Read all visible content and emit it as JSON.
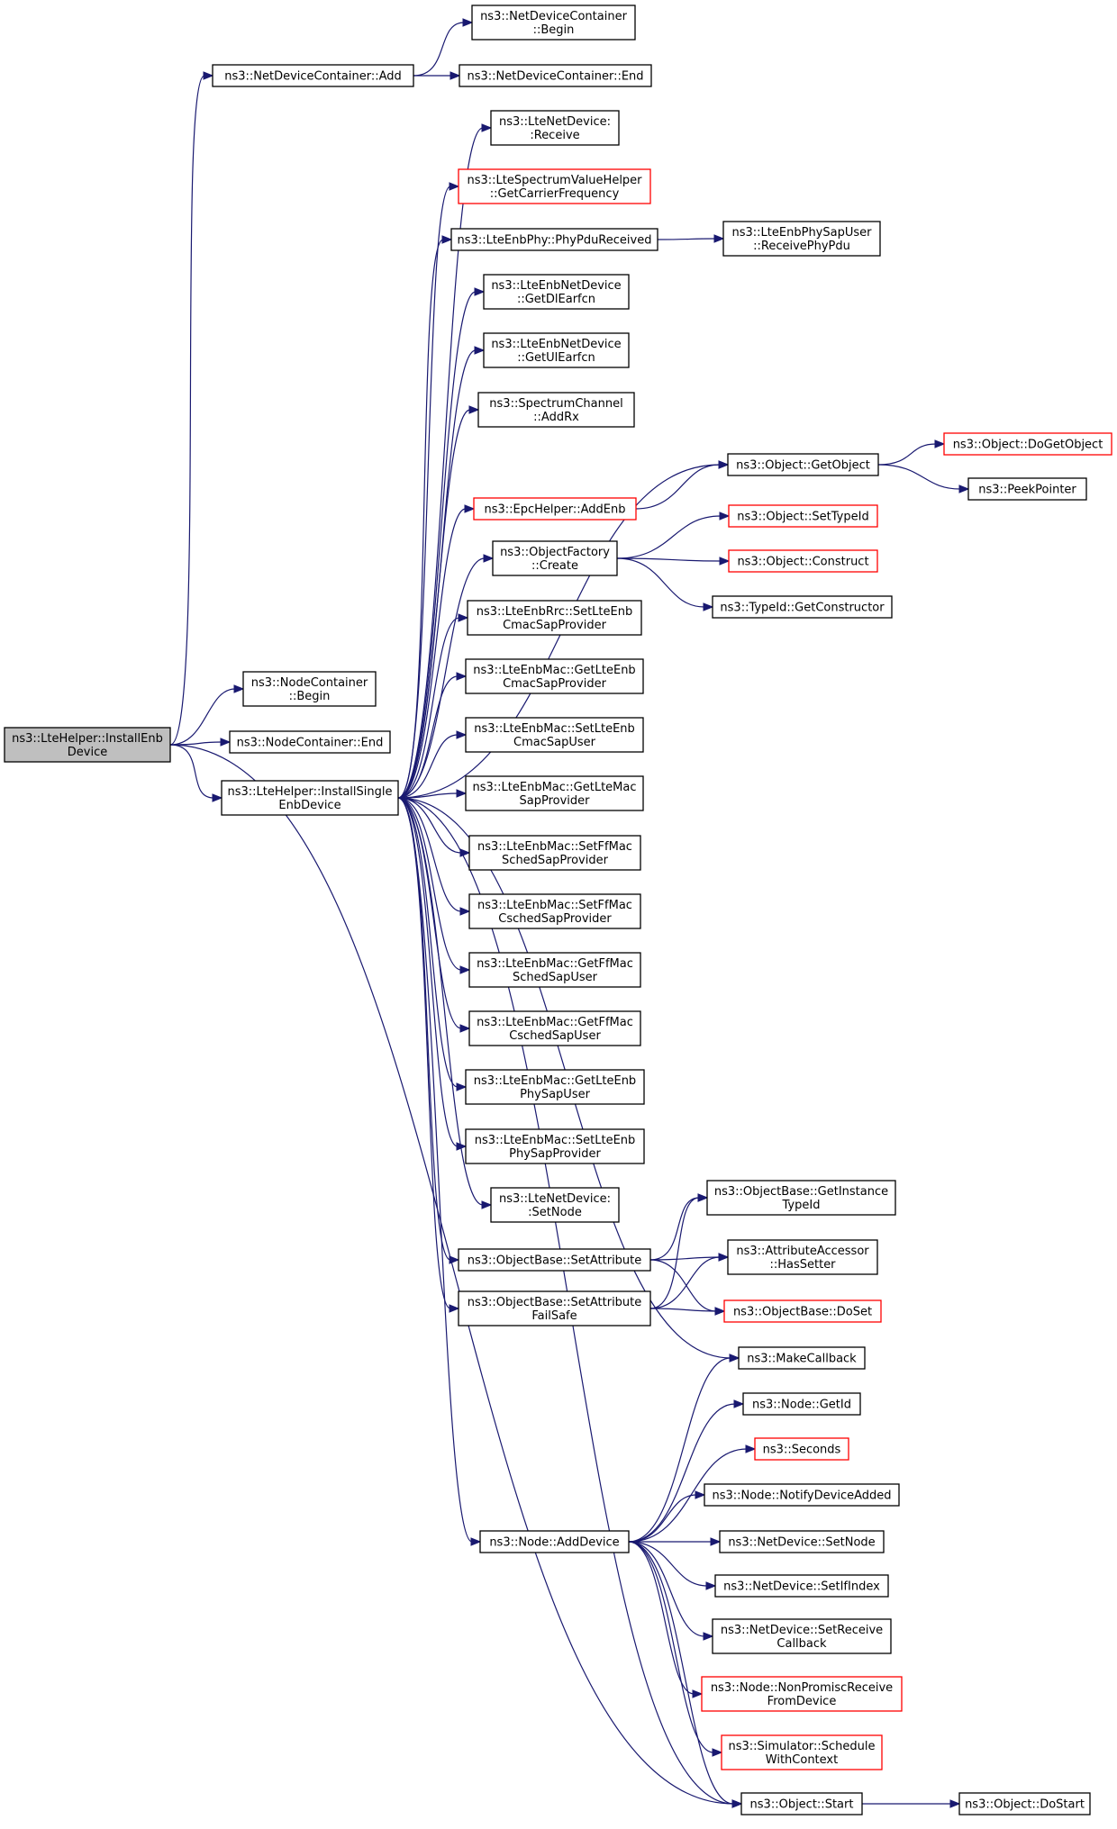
{
  "colors": {
    "edge": "#191970",
    "normal_border": "#000000",
    "truncated_border": "#ff0000",
    "root_fill": "#bfbfbf",
    "node_fill": "#ffffff"
  },
  "nodes": [
    {
      "id": "root",
      "lines": [
        "ns3::LteHelper::InstallEnb",
        "Device"
      ],
      "kind": "root"
    },
    {
      "id": "ndc_add",
      "lines": [
        "ns3::NetDeviceContainer::Add"
      ],
      "kind": "normal"
    },
    {
      "id": "ndc_begin",
      "lines": [
        "ns3::NetDeviceContainer",
        "::Begin"
      ],
      "kind": "normal"
    },
    {
      "id": "ndc_end",
      "lines": [
        "ns3::NetDeviceContainer::End"
      ],
      "kind": "normal"
    },
    {
      "id": "lnd_receive",
      "lines": [
        "ns3::LteNetDevice:",
        ":Receive"
      ],
      "kind": "normal"
    },
    {
      "id": "lsvh",
      "lines": [
        "ns3::LteSpectrumValueHelper",
        "::GetCarrierFrequency"
      ],
      "kind": "truncated"
    },
    {
      "id": "phy_pdu",
      "lines": [
        "ns3::LteEnbPhy::PhyPduReceived"
      ],
      "kind": "normal"
    },
    {
      "id": "physapuser",
      "lines": [
        "ns3::LteEnbPhySapUser",
        "::ReceivePhyPdu"
      ],
      "kind": "normal"
    },
    {
      "id": "getdl",
      "lines": [
        "ns3::LteEnbNetDevice",
        "::GetDlEarfcn"
      ],
      "kind": "normal"
    },
    {
      "id": "getul",
      "lines": [
        "ns3::LteEnbNetDevice",
        "::GetUlEarfcn"
      ],
      "kind": "normal"
    },
    {
      "id": "addrx",
      "lines": [
        "ns3::SpectrumChannel",
        "::AddRx"
      ],
      "kind": "normal"
    },
    {
      "id": "getobject",
      "lines": [
        "ns3::Object::GetObject"
      ],
      "kind": "normal"
    },
    {
      "id": "dogetobject",
      "lines": [
        "ns3::Object::DoGetObject"
      ],
      "kind": "truncated"
    },
    {
      "id": "peekpointer",
      "lines": [
        "ns3::PeekPointer"
      ],
      "kind": "normal"
    },
    {
      "id": "epc_addenb",
      "lines": [
        "ns3::EpcHelper::AddEnb"
      ],
      "kind": "truncated"
    },
    {
      "id": "settypeid",
      "lines": [
        "ns3::Object::SetTypeId"
      ],
      "kind": "truncated"
    },
    {
      "id": "of_create",
      "lines": [
        "ns3::ObjectFactory",
        "::Create"
      ],
      "kind": "normal"
    },
    {
      "id": "construct",
      "lines": [
        "ns3::Object::Construct"
      ],
      "kind": "truncated"
    },
    {
      "id": "setconstructor",
      "lines": [
        "ns3::TypeId::GetConstructor"
      ],
      "kind": "normal"
    },
    {
      "id": "rrc_setcmac",
      "lines": [
        "ns3::LteEnbRrc::SetLteEnb",
        "CmacSapProvider"
      ],
      "kind": "normal"
    },
    {
      "id": "mac_getcmac",
      "lines": [
        "ns3::LteEnbMac::GetLteEnb",
        "CmacSapProvider"
      ],
      "kind": "normal"
    },
    {
      "id": "nc_begin",
      "lines": [
        "ns3::NodeContainer",
        "::Begin"
      ],
      "kind": "normal"
    },
    {
      "id": "mac_setcmacuser",
      "lines": [
        "ns3::LteEnbMac::SetLteEnb",
        "CmacSapUser"
      ],
      "kind": "normal"
    },
    {
      "id": "nc_end",
      "lines": [
        "ns3::NodeContainer::End"
      ],
      "kind": "normal"
    },
    {
      "id": "install_single",
      "lines": [
        "ns3::LteHelper::InstallSingle",
        "EnbDevice"
      ],
      "kind": "normal"
    },
    {
      "id": "mac_getltemac",
      "lines": [
        "ns3::LteEnbMac::GetLteMac",
        "SapProvider"
      ],
      "kind": "normal"
    },
    {
      "id": "mac_setffsched",
      "lines": [
        "ns3::LteEnbMac::SetFfMac",
        "SchedSapProvider"
      ],
      "kind": "normal"
    },
    {
      "id": "mac_setffcsched",
      "lines": [
        "ns3::LteEnbMac::SetFfMac",
        "CschedSapProvider"
      ],
      "kind": "normal"
    },
    {
      "id": "mac_getffsched",
      "lines": [
        "ns3::LteEnbMac::GetFfMac",
        "SchedSapUser"
      ],
      "kind": "normal"
    },
    {
      "id": "mac_getffcsched",
      "lines": [
        "ns3::LteEnbMac::GetFfMac",
        "CschedSapUser"
      ],
      "kind": "normal"
    },
    {
      "id": "mac_getphyuser",
      "lines": [
        "ns3::LteEnbMac::GetLteEnb",
        "PhySapUser"
      ],
      "kind": "normal"
    },
    {
      "id": "mac_setphyprov",
      "lines": [
        "ns3::LteEnbMac::SetLteEnb",
        "PhySapProvider"
      ],
      "kind": "normal"
    },
    {
      "id": "lnd_setnode",
      "lines": [
        "ns3::LteNetDevice:",
        ":SetNode"
      ],
      "kind": "normal"
    },
    {
      "id": "ob_getinst",
      "lines": [
        "ns3::ObjectBase::GetInstance",
        "TypeId"
      ],
      "kind": "normal"
    },
    {
      "id": "ob_setattr",
      "lines": [
        "ns3::ObjectBase::SetAttribute"
      ],
      "kind": "normal"
    },
    {
      "id": "aa_hassetter",
      "lines": [
        "ns3::AttributeAccessor",
        "::HasSetter"
      ],
      "kind": "normal"
    },
    {
      "id": "ob_setattrfs",
      "lines": [
        "ns3::ObjectBase::SetAttribute",
        "FailSafe"
      ],
      "kind": "normal"
    },
    {
      "id": "ob_doset",
      "lines": [
        "ns3::ObjectBase::DoSet"
      ],
      "kind": "truncated"
    },
    {
      "id": "makecallback",
      "lines": [
        "ns3::MakeCallback"
      ],
      "kind": "normal"
    },
    {
      "id": "node_getid",
      "lines": [
        "ns3::Node::GetId"
      ],
      "kind": "normal"
    },
    {
      "id": "seconds",
      "lines": [
        "ns3::Seconds"
      ],
      "kind": "truncated"
    },
    {
      "id": "node_notify",
      "lines": [
        "ns3::Node::NotifyDeviceAdded"
      ],
      "kind": "normal"
    },
    {
      "id": "node_adddevice",
      "lines": [
        "ns3::Node::AddDevice"
      ],
      "kind": "normal"
    },
    {
      "id": "nd_setnode",
      "lines": [
        "ns3::NetDevice::SetNode"
      ],
      "kind": "normal"
    },
    {
      "id": "nd_setifindex",
      "lines": [
        "ns3::NetDevice::SetIfIndex"
      ],
      "kind": "normal"
    },
    {
      "id": "nd_setrecv",
      "lines": [
        "ns3::NetDevice::SetReceive",
        "Callback"
      ],
      "kind": "normal"
    },
    {
      "id": "node_nonpromisc",
      "lines": [
        "ns3::Node::NonPromiscReceive",
        "FromDevice"
      ],
      "kind": "truncated"
    },
    {
      "id": "sim_schedule",
      "lines": [
        "ns3::Simulator::Schedule",
        "WithContext"
      ],
      "kind": "truncated"
    },
    {
      "id": "obj_start",
      "lines": [
        "ns3::Object::Start"
      ],
      "kind": "normal"
    },
    {
      "id": "obj_dostart",
      "lines": [
        "ns3::Object::DoStart"
      ],
      "kind": "normal"
    }
  ],
  "edges": [
    [
      "root",
      "ndc_add"
    ],
    [
      "root",
      "nc_begin"
    ],
    [
      "root",
      "nc_end"
    ],
    [
      "root",
      "install_single"
    ],
    [
      "root",
      "obj_start"
    ],
    [
      "ndc_add",
      "ndc_begin"
    ],
    [
      "ndc_add",
      "ndc_end"
    ],
    [
      "install_single",
      "lnd_receive"
    ],
    [
      "install_single",
      "lsvh"
    ],
    [
      "install_single",
      "phy_pdu"
    ],
    [
      "install_single",
      "getdl"
    ],
    [
      "install_single",
      "getul"
    ],
    [
      "install_single",
      "addrx"
    ],
    [
      "install_single",
      "getobject"
    ],
    [
      "install_single",
      "epc_addenb"
    ],
    [
      "install_single",
      "of_create"
    ],
    [
      "install_single",
      "rrc_setcmac"
    ],
    [
      "install_single",
      "mac_getcmac"
    ],
    [
      "install_single",
      "mac_setcmacuser"
    ],
    [
      "install_single",
      "mac_getltemac"
    ],
    [
      "install_single",
      "mac_setffsched"
    ],
    [
      "install_single",
      "mac_setffcsched"
    ],
    [
      "install_single",
      "mac_getffsched"
    ],
    [
      "install_single",
      "mac_getffcsched"
    ],
    [
      "install_single",
      "mac_getphyuser"
    ],
    [
      "install_single",
      "mac_setphyprov"
    ],
    [
      "install_single",
      "lnd_setnode"
    ],
    [
      "install_single",
      "ob_setattr"
    ],
    [
      "install_single",
      "ob_setattrfs"
    ],
    [
      "install_single",
      "makecallback"
    ],
    [
      "install_single",
      "node_adddevice"
    ],
    [
      "install_single",
      "obj_start"
    ],
    [
      "phy_pdu",
      "physapuser"
    ],
    [
      "getobject",
      "dogetobject"
    ],
    [
      "getobject",
      "peekpointer"
    ],
    [
      "epc_addenb",
      "getobject"
    ],
    [
      "of_create",
      "settypeid"
    ],
    [
      "of_create",
      "construct"
    ],
    [
      "of_create",
      "setconstructor"
    ],
    [
      "ob_setattr",
      "ob_getinst"
    ],
    [
      "ob_setattr",
      "aa_hassetter"
    ],
    [
      "ob_setattr",
      "ob_doset"
    ],
    [
      "ob_setattrfs",
      "ob_getinst"
    ],
    [
      "ob_setattrfs",
      "aa_hassetter"
    ],
    [
      "ob_setattrfs",
      "ob_doset"
    ],
    [
      "node_adddevice",
      "makecallback"
    ],
    [
      "node_adddevice",
      "node_getid"
    ],
    [
      "node_adddevice",
      "seconds"
    ],
    [
      "node_adddevice",
      "node_notify"
    ],
    [
      "node_adddevice",
      "nd_setnode"
    ],
    [
      "node_adddevice",
      "nd_setifindex"
    ],
    [
      "node_adddevice",
      "nd_setrecv"
    ],
    [
      "node_adddevice",
      "node_nonpromisc"
    ],
    [
      "node_adddevice",
      "sim_schedule"
    ],
    [
      "node_adddevice",
      "obj_start"
    ],
    [
      "obj_start",
      "obj_dostart"
    ]
  ]
}
